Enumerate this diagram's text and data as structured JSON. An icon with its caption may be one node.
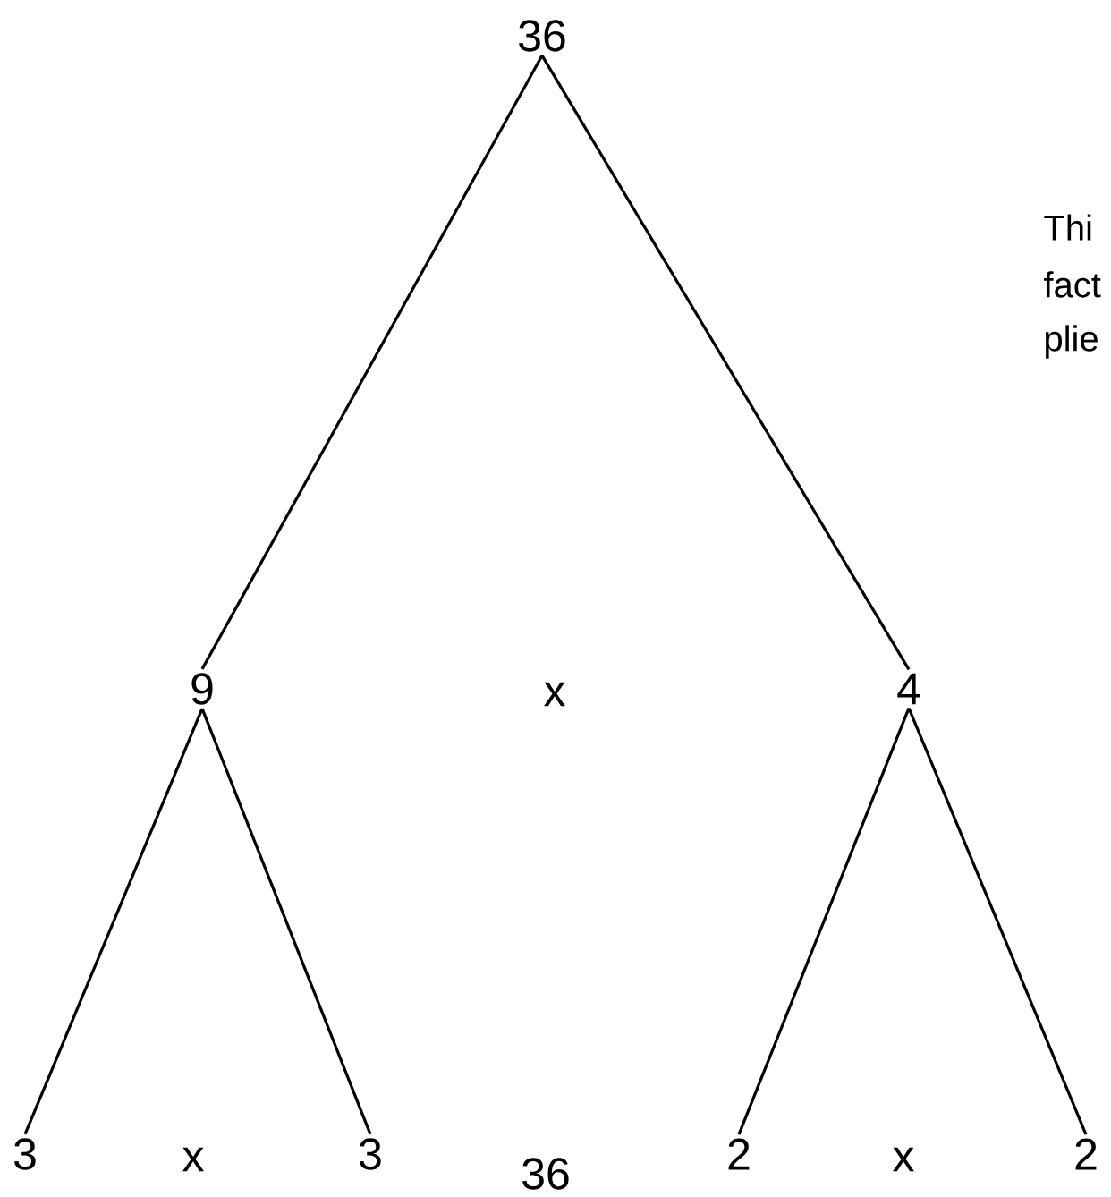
{
  "diagram": {
    "nodes": [
      {
        "text": [
          "36"
        ]
      },
      {
        "text": [
          "9"
        ]
      },
      {
        "text": [
          "4"
        ]
      },
      {
        "text": [
          "3"
        ]
      },
      {
        "text": [
          "3"
        ]
      },
      {
        "text": [
          "2"
        ]
      },
      {
        "text": [
          "2"
        ]
      }
    ],
    "edges": [
      {
        "from": 0,
        "to": 1,
        "arrow": "none"
      },
      {
        "from": 0,
        "to": 2,
        "arrow": "none"
      },
      {
        "from": 1,
        "to": 3,
        "arrow": "none"
      },
      {
        "from": 1,
        "to": 4,
        "arrow": "none"
      },
      {
        "from": 2,
        "to": 5,
        "arrow": "none"
      },
      {
        "from": 2,
        "to": 6,
        "arrow": "none"
      }
    ],
    "labels": [
      "Thi",
      "fact",
      "plie",
      "x",
      "x",
      "x",
      "36"
    ]
  }
}
